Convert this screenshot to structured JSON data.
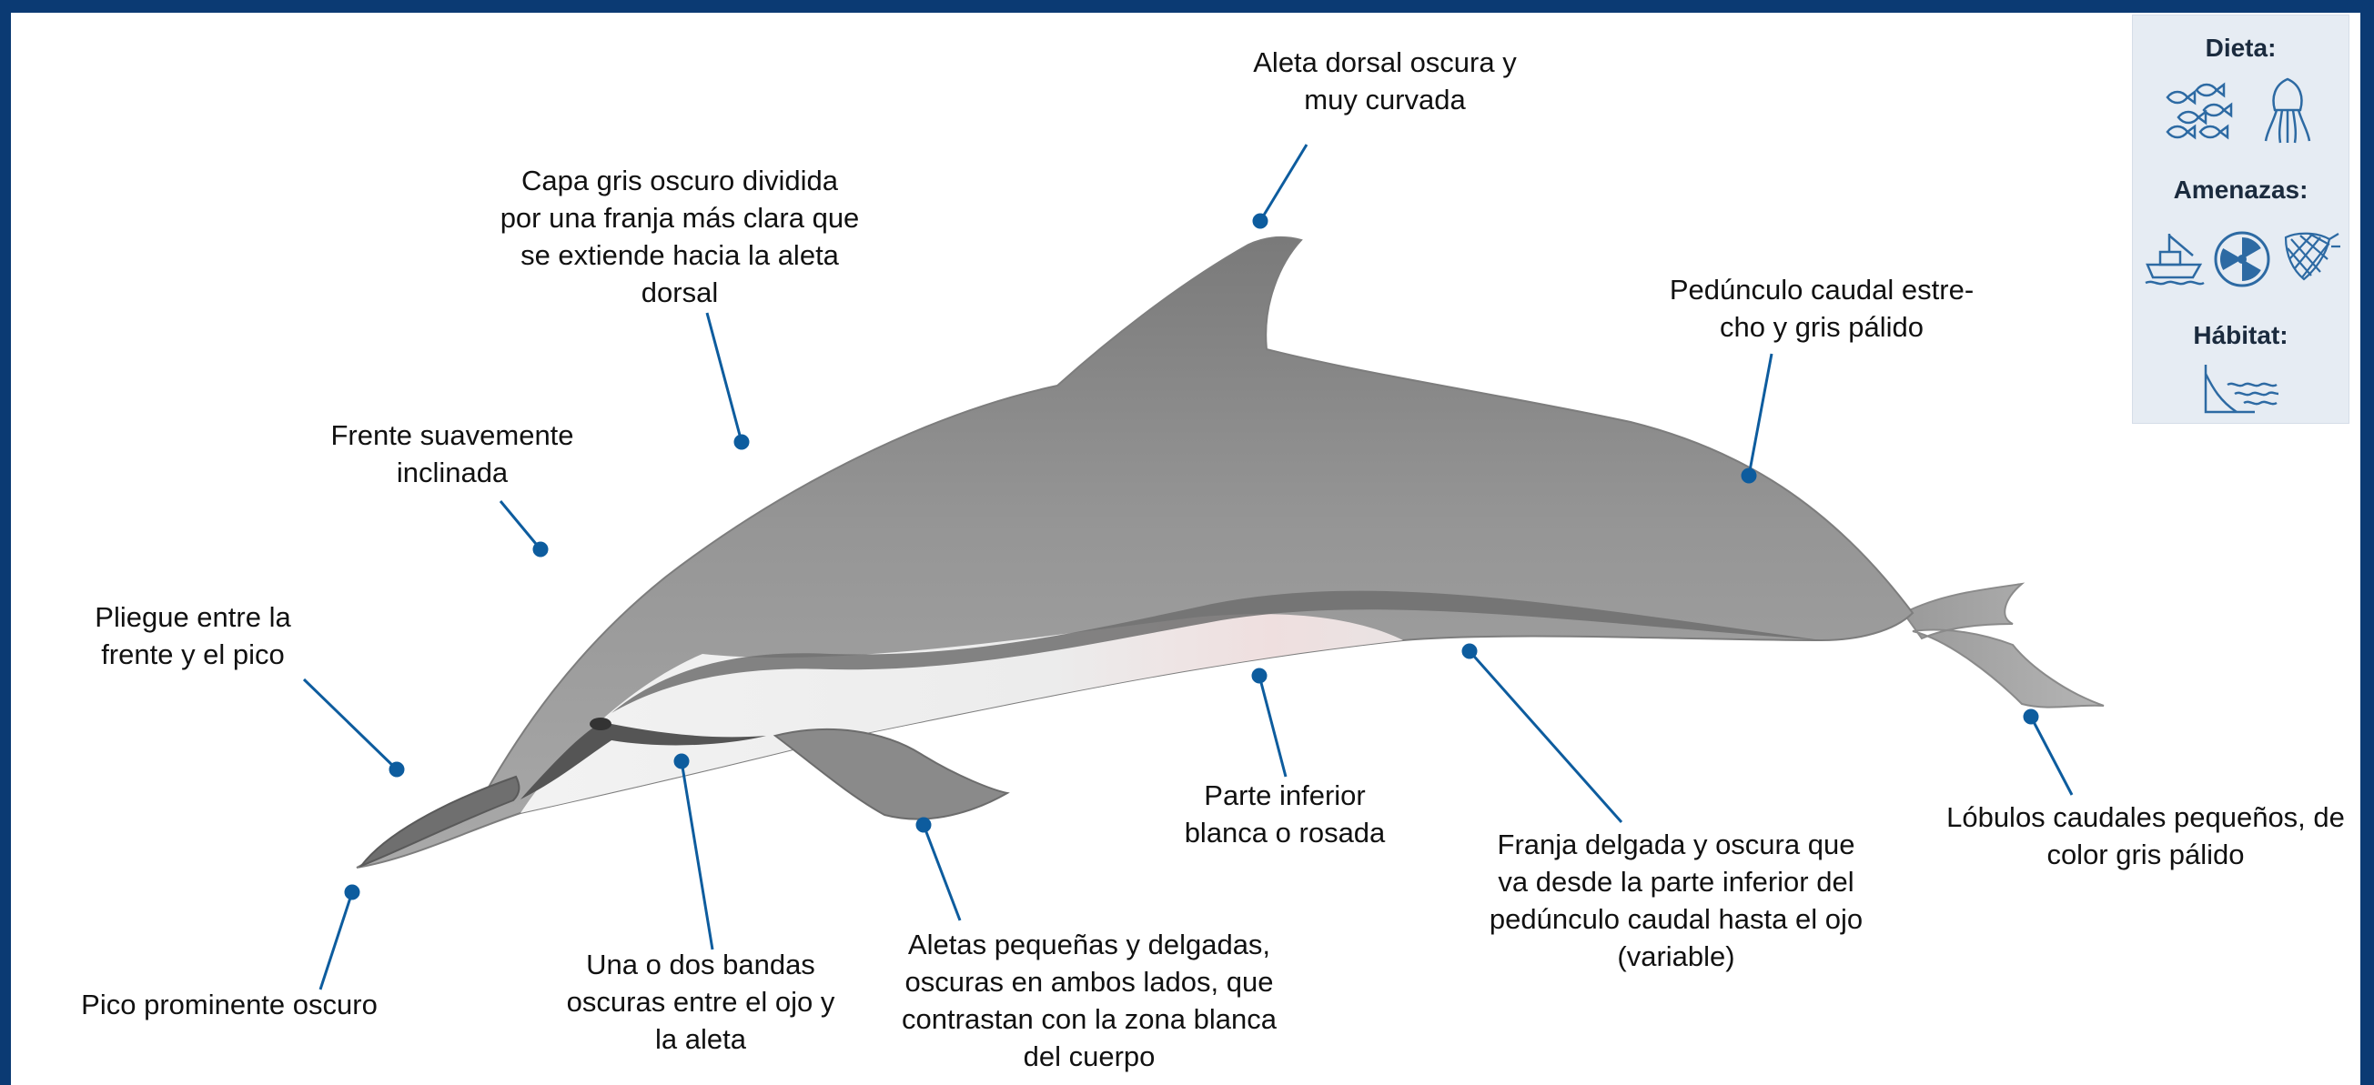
{
  "labels": {
    "dorsal_fin": [
      "Aleta dorsal oscura y",
      "muy curvada"
    ],
    "cape": [
      "Capa gris oscuro dividida",
      "por una franja más clara que",
      "se extiende hacia la aleta",
      "dorsal"
    ],
    "peduncle": [
      "Pedúnculo caudal estre-",
      "cho y gris pálido"
    ],
    "forehead": [
      "Frente suavemente",
      "inclinada"
    ],
    "crease": [
      "Pliegue entre la",
      "frente y el pico"
    ],
    "beak": [
      "Pico prominente oscuro"
    ],
    "bands": [
      "Una o dos bandas",
      "oscuras entre el ojo y",
      "la aleta"
    ],
    "flippers": [
      "Aletas pequeñas y delgadas,",
      "oscuras en ambos lados, que",
      "contrastan con la zona blanca",
      "del cuerpo"
    ],
    "underside": [
      "Parte inferior",
      "blanca o rosada"
    ],
    "stripe": [
      "Franja delgada y oscura que",
      "va desde la parte inferior del",
      "pedúnculo caudal hasta el ojo",
      "(variable)"
    ],
    "flukes": [
      "Lóbulos caudales pequeños, de",
      "color gris pálido"
    ]
  },
  "legend": {
    "diet_title": "Dieta:",
    "threats_title": "Amenazas:",
    "habitat_title": "Hábitat:",
    "diet_icons": [
      "fish-school-icon",
      "squid-icon"
    ],
    "threat_icons": [
      "fishing-boat-icon",
      "radiation-icon",
      "fishing-net-icon"
    ],
    "habitat_icons": [
      "continental-slope-icon"
    ]
  },
  "colors": {
    "frame": "#0b3a73",
    "leader_line": "#0d5c9e",
    "legend_bg": "#e6ecf3",
    "icon": "#2d6aa3"
  }
}
